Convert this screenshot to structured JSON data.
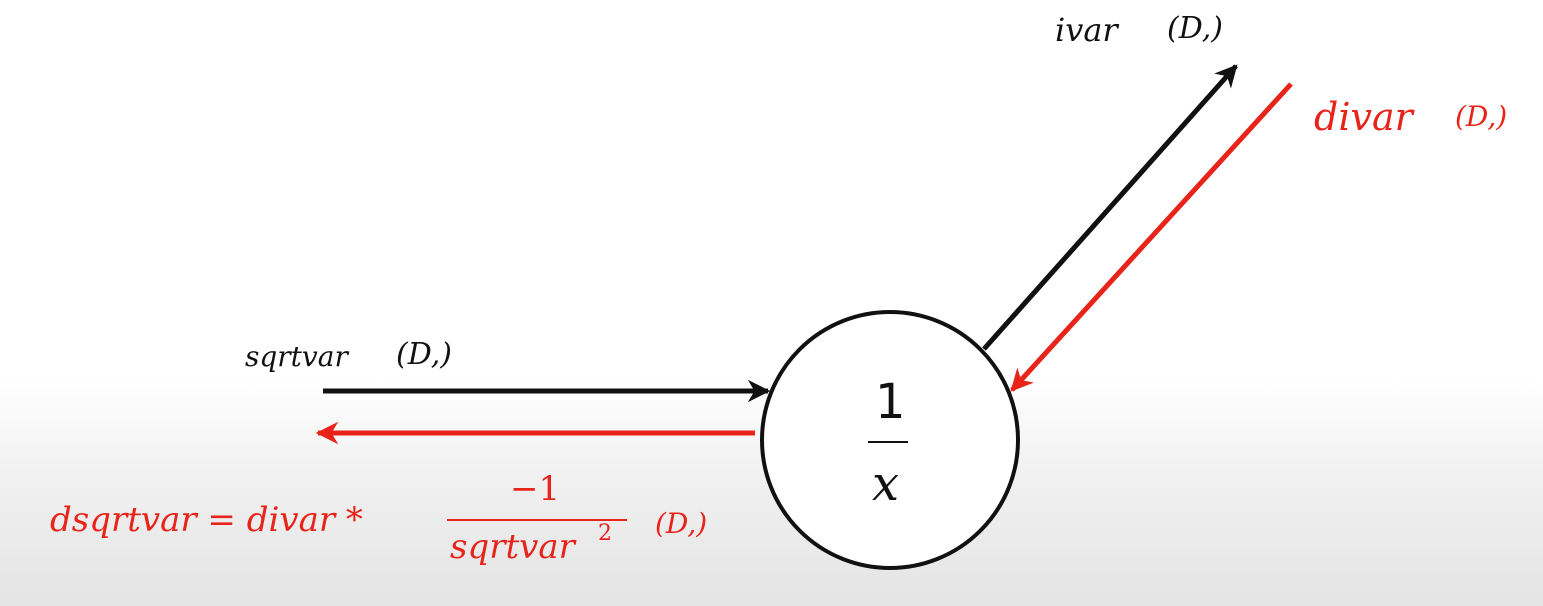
{
  "node": {
    "numerator": "1",
    "denominator": "x"
  },
  "labels": {
    "ivar": "ivar",
    "ivar_shape": "(D,)",
    "divar": "divar",
    "divar_shape": "(D,)",
    "sqrtvar": "sqrtvar",
    "sqrtvar_shape": "(D,)",
    "dsqrtvar_lhs": "dsqrtvar = divar *",
    "dsqrtvar_num": "−1",
    "dsqrtvar_den": "sqrtvar",
    "dsqrtvar_exp": "2",
    "dsqrtvar_shape": "(D,)"
  },
  "colors": {
    "forward": "#111111",
    "backward": "#e8231a"
  }
}
